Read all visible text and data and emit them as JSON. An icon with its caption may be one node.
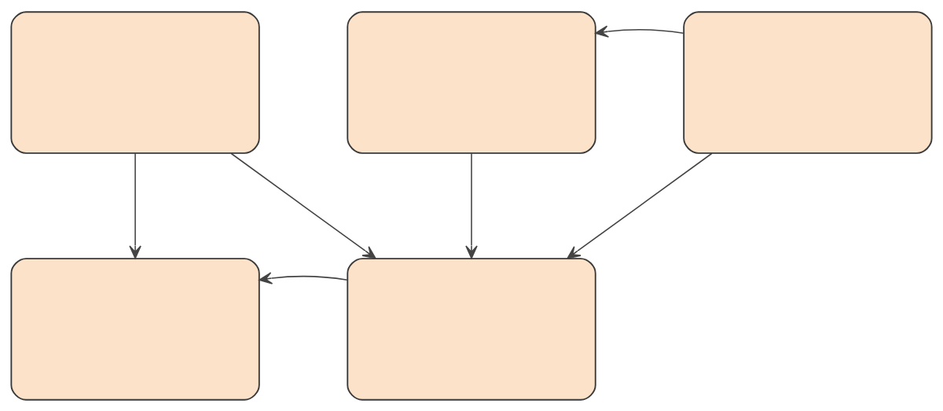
{
  "diagram": {
    "nodes": [
      {
        "text": [],
        "shape": "box"
      },
      {
        "text": [],
        "shape": "box"
      },
      {
        "text": [],
        "shape": "box"
      },
      {
        "text": [],
        "shape": "box"
      },
      {
        "text": [],
        "shape": "box"
      }
    ],
    "edges": [
      {
        "from": 0,
        "to": 3,
        "arrow": "to"
      },
      {
        "from": 0,
        "to": 4,
        "arrow": "to"
      },
      {
        "from": 2,
        "to": 1,
        "arrow": "to"
      },
      {
        "from": 1,
        "to": 4,
        "arrow": "to"
      },
      {
        "from": 2,
        "to": 4,
        "arrow": "to"
      },
      {
        "from": 4,
        "to": 3,
        "arrow": "to"
      }
    ]
  }
}
